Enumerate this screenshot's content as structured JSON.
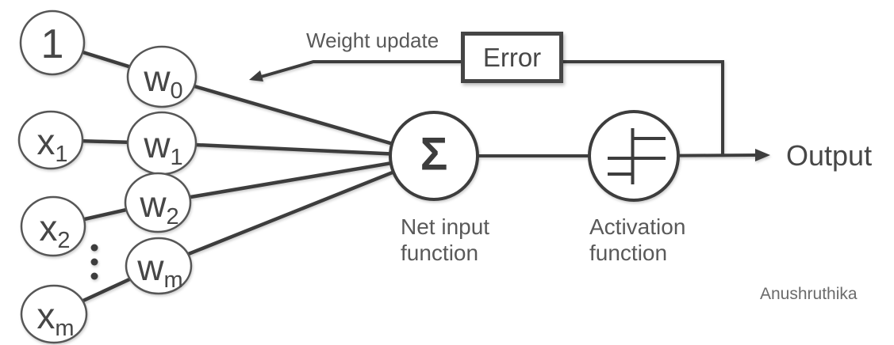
{
  "colors": {
    "background": "#ffffff",
    "stroke": "#3d3d3d",
    "node_stroke": "#565656",
    "text_dark": "#474747",
    "label_gray": "#595959",
    "watermark": "#6b6b6b"
  },
  "nodes": {
    "bias": {
      "label": "1"
    },
    "inputs": [
      {
        "base": "x",
        "sub": "1"
      },
      {
        "base": "x",
        "sub": "2"
      },
      {
        "base": "x",
        "sub": "m"
      }
    ],
    "weights": [
      {
        "base": "w",
        "sub": "0"
      },
      {
        "base": "w",
        "sub": "1"
      },
      {
        "base": "w",
        "sub": "2"
      },
      {
        "base": "w",
        "sub": "m"
      }
    ],
    "sum": {
      "symbol": "Σ",
      "caption": [
        "Net input",
        "function"
      ]
    },
    "activation": {
      "caption": [
        "Activation",
        "function"
      ]
    }
  },
  "labels": {
    "weight_update": "Weight update",
    "error": "Error",
    "output": "Output",
    "watermark": "Anushruthika"
  },
  "icons": {
    "step_function": "step-function-icon",
    "vertical_ellipsis": "vertical-ellipsis-icon",
    "output_arrow": "arrow-right-icon",
    "weight_update_arrow": "arrow-down-left-icon"
  }
}
